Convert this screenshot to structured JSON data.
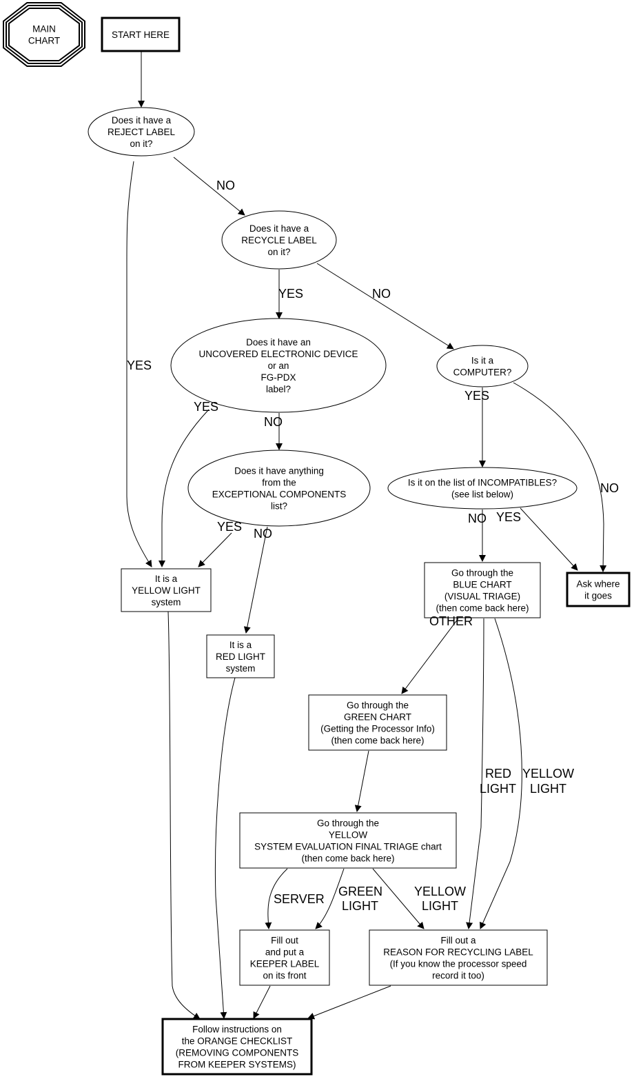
{
  "diagram": {
    "title": "MAIN CHART",
    "nodes": [
      {
        "id": "main",
        "shape": "octagon-triple",
        "lines": [
          "MAIN",
          "CHART"
        ]
      },
      {
        "id": "start",
        "shape": "box-bold",
        "lines": [
          "START HERE"
        ]
      },
      {
        "id": "reject",
        "shape": "ellipse",
        "lines": [
          "Does it have a",
          "REJECT LABEL",
          "on it?"
        ]
      },
      {
        "id": "recycle",
        "shape": "ellipse",
        "lines": [
          "Does it have a",
          "RECYCLE LABEL",
          "on it?"
        ]
      },
      {
        "id": "uncovered",
        "shape": "ellipse",
        "lines": [
          "Does it have an",
          "UNCOVERED ELECTRONIC DEVICE",
          "or an",
          "FG-PDX",
          "label?"
        ]
      },
      {
        "id": "computer",
        "shape": "ellipse",
        "lines": [
          "Is it a",
          "COMPUTER?"
        ]
      },
      {
        "id": "exceptional",
        "shape": "ellipse",
        "lines": [
          "Does it have anything",
          "from the",
          "EXCEPTIONAL COMPONENTS",
          "list?"
        ]
      },
      {
        "id": "incompat",
        "shape": "ellipse",
        "lines": [
          "Is it on the list of INCOMPATIBLES?",
          "(see list below)"
        ]
      },
      {
        "id": "yellow",
        "shape": "box",
        "lines": [
          "It is a",
          "YELLOW LIGHT",
          "system"
        ]
      },
      {
        "id": "red",
        "shape": "box",
        "lines": [
          "It is a",
          "RED LIGHT",
          "system"
        ]
      },
      {
        "id": "blue",
        "shape": "box",
        "lines": [
          "Go through the",
          "BLUE CHART",
          "(VISUAL TRIAGE)",
          "(then come back here)"
        ]
      },
      {
        "id": "ask",
        "shape": "box-bold",
        "lines": [
          "Ask where",
          "it goes"
        ]
      },
      {
        "id": "green",
        "shape": "box",
        "lines": [
          "Go through the",
          "GREEN CHART",
          "(Getting the Processor Info)",
          "(then come back here)"
        ]
      },
      {
        "id": "final",
        "shape": "box",
        "lines": [
          "Go through the",
          "YELLOW",
          "SYSTEM EVALUATION FINAL TRIAGE chart",
          "(then come back here)"
        ]
      },
      {
        "id": "keeper",
        "shape": "box",
        "lines": [
          "Fill out",
          "and put a",
          "KEEPER LABEL",
          "on its front"
        ]
      },
      {
        "id": "reason",
        "shape": "box",
        "lines": [
          "Fill out a",
          "REASON FOR RECYCLING LABEL",
          "(If you know the processor speed",
          "record it too)"
        ]
      },
      {
        "id": "orange",
        "shape": "box-bold",
        "lines": [
          "Follow instructions on",
          "the ORANGE CHECKLIST",
          "(REMOVING COMPONENTS",
          "FROM KEEPER SYSTEMS)"
        ]
      }
    ],
    "edges": [
      {
        "from": "start",
        "to": "reject",
        "label": ""
      },
      {
        "from": "reject",
        "to": "recycle",
        "label": "NO"
      },
      {
        "from": "reject",
        "to": "yellow",
        "label": "YES"
      },
      {
        "from": "recycle",
        "to": "uncovered",
        "label": "YES"
      },
      {
        "from": "recycle",
        "to": "computer",
        "label": "NO"
      },
      {
        "from": "uncovered",
        "to": "yellow",
        "label": "YES"
      },
      {
        "from": "uncovered",
        "to": "exceptional",
        "label": "NO"
      },
      {
        "from": "exceptional",
        "to": "yellow",
        "label": "YES"
      },
      {
        "from": "exceptional",
        "to": "red",
        "label": "NO"
      },
      {
        "from": "computer",
        "to": "incompat",
        "label": "YES"
      },
      {
        "from": "computer",
        "to": "ask",
        "label": "NO"
      },
      {
        "from": "incompat",
        "to": "blue",
        "label": "NO"
      },
      {
        "from": "incompat",
        "to": "ask",
        "label": "YES"
      },
      {
        "from": "blue",
        "to": "green",
        "label": "OTHER"
      },
      {
        "from": "blue",
        "to": "reason",
        "label": "RED LIGHT",
        "label_lines": [
          "RED",
          "LIGHT"
        ]
      },
      {
        "from": "blue",
        "to": "reason",
        "label": "YELLOW LIGHT",
        "label_lines": [
          "YELLOW",
          "LIGHT"
        ]
      },
      {
        "from": "green",
        "to": "final",
        "label": ""
      },
      {
        "from": "final",
        "to": "keeper",
        "label": "SERVER"
      },
      {
        "from": "final",
        "to": "keeper",
        "label": "GREEN LIGHT",
        "label_lines": [
          "GREEN",
          "LIGHT"
        ]
      },
      {
        "from": "final",
        "to": "reason",
        "label": "YELLOW LIGHT",
        "label_lines": [
          "YELLOW",
          "LIGHT"
        ]
      },
      {
        "from": "yellow",
        "to": "orange",
        "label": ""
      },
      {
        "from": "red",
        "to": "orange",
        "label": ""
      },
      {
        "from": "keeper",
        "to": "orange",
        "label": ""
      },
      {
        "from": "reason",
        "to": "orange",
        "label": ""
      }
    ]
  }
}
